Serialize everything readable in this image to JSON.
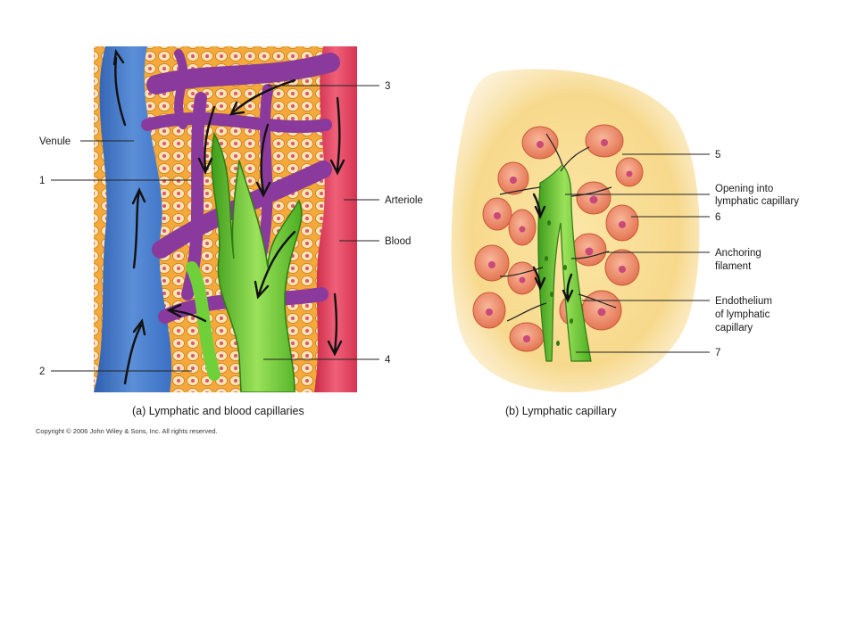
{
  "panel_a": {
    "caption": "(a) Lymphatic and blood capillaries",
    "labels": {
      "venule": "Venule",
      "arteriole": "Arteriole",
      "blood": "Blood",
      "n1": "1",
      "n2": "2",
      "n3": "3",
      "n4": "4"
    }
  },
  "panel_b": {
    "caption": "(b) Lymphatic capillary",
    "labels": {
      "n5": "5",
      "opening_line1": "Opening into",
      "opening_line2": "lymphatic capillary",
      "n6": "6",
      "anchoring_line1": "Anchoring",
      "anchoring_line2": "filament",
      "endothelium_line1": "Endothelium",
      "endothelium_line2": "of lymphatic",
      "endothelium_line3": "capillary",
      "n7": "7"
    }
  },
  "copyright": "Copyright © 2006 John Wiley & Sons, Inc. All rights reserved.",
  "colors": {
    "venule_blue": "#3a6fc4",
    "arteriole_red": "#e0405a",
    "capillary_purple": "#8a3a9c",
    "lymphatic_green": "#5cbf2a",
    "tissue_orange": "#f2a233",
    "cell_pink": "#f08a6a",
    "background_yellow": "#f9dc8e"
  }
}
